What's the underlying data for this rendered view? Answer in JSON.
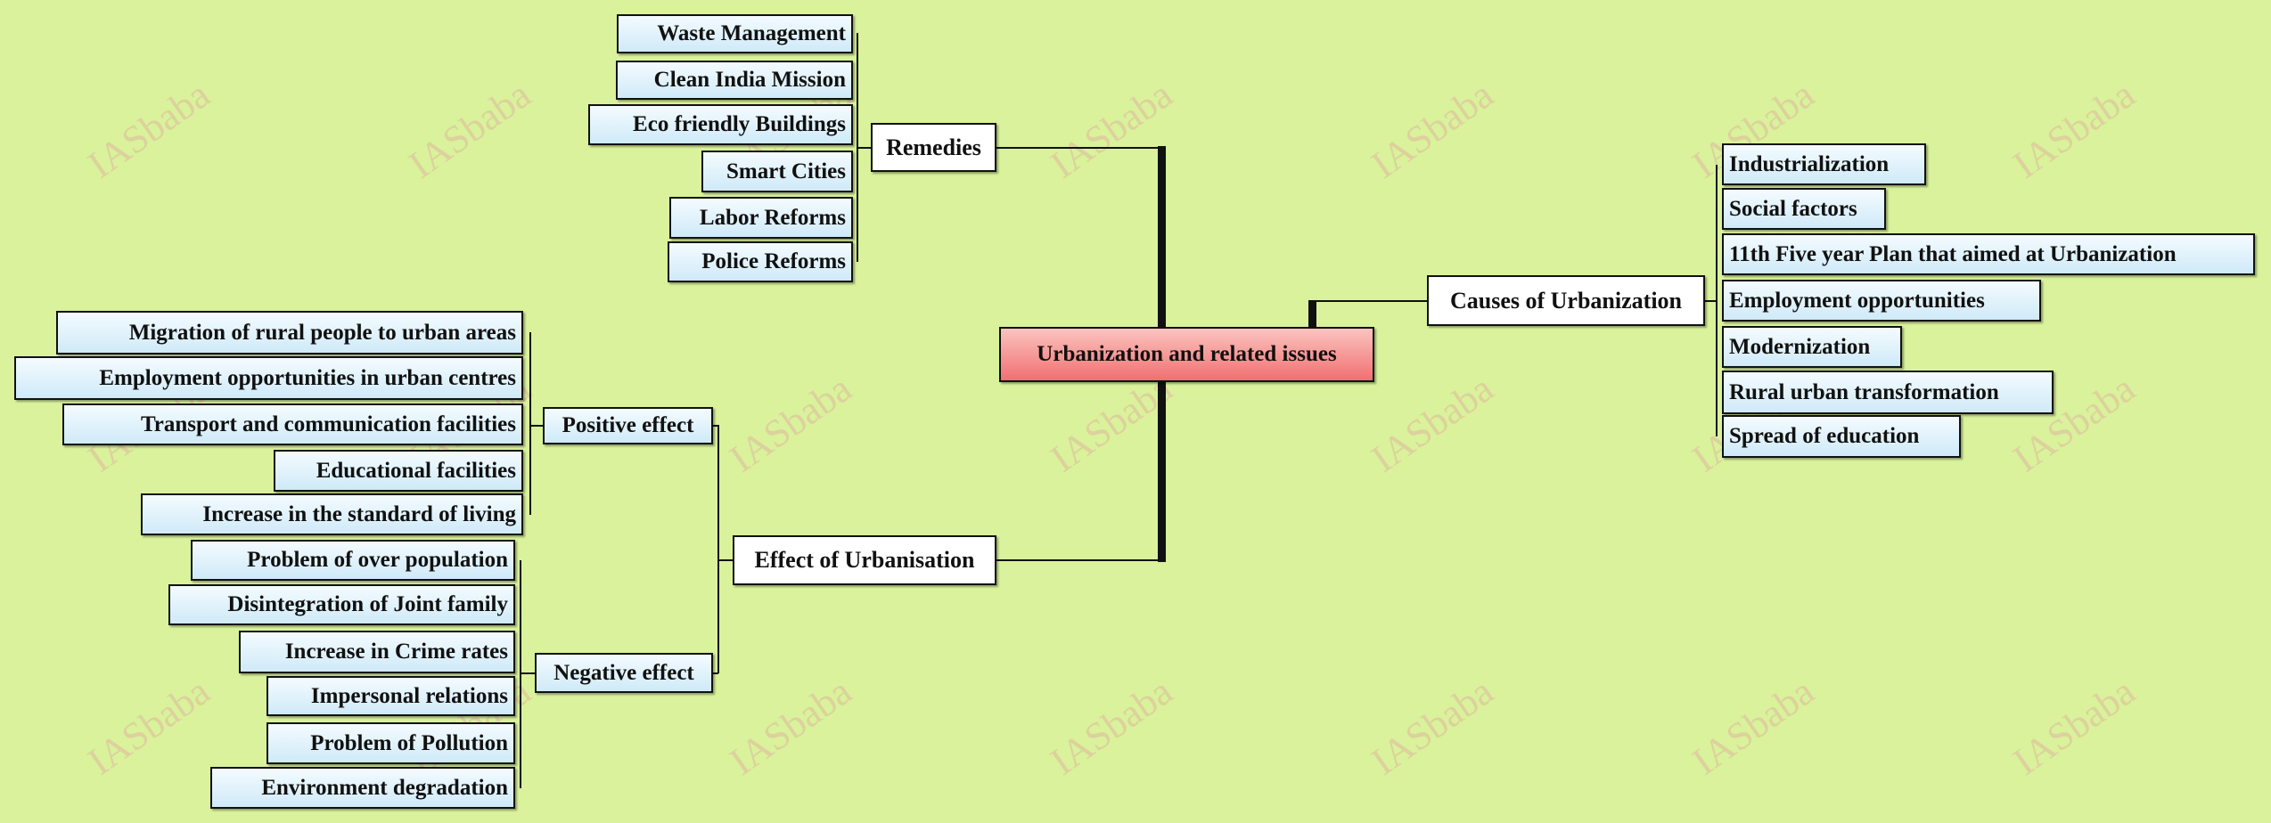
{
  "watermark": "IASbaba",
  "root": "Urbanization and related issues",
  "remedies": {
    "label": "Remedies",
    "items": [
      "Waste Management",
      "Clean India Mission",
      "Eco friendly Buildings",
      "Smart Cities",
      "Labor Reforms",
      "Police Reforms"
    ]
  },
  "causes": {
    "label": "Causes of Urbanization",
    "items": [
      "Industrialization",
      "Social factors",
      "11th Five year Plan that aimed at Urbanization",
      "Employment opportunities",
      "Modernization",
      "Rural urban transformation",
      "Spread of education"
    ]
  },
  "effect": {
    "label": "Effect of Urbanisation",
    "positive": {
      "label": "Positive effect",
      "items": [
        "Migration of rural people to urban areas",
        "Employment opportunities in urban centres",
        "Transport and communication facilities",
        "Educational facilities",
        "Increase in the standard of living"
      ]
    },
    "negative": {
      "label": "Negative effect",
      "items": [
        "Problem of over population",
        "Disintegration of Joint family",
        "Increase in Crime rates",
        "Impersonal relations",
        "Problem of Pollution",
        "Environment degradation"
      ]
    }
  },
  "colors": {
    "background": "#d9f29b",
    "root_fill": "#f07070",
    "leaf_fill": "#cfeaf8"
  }
}
